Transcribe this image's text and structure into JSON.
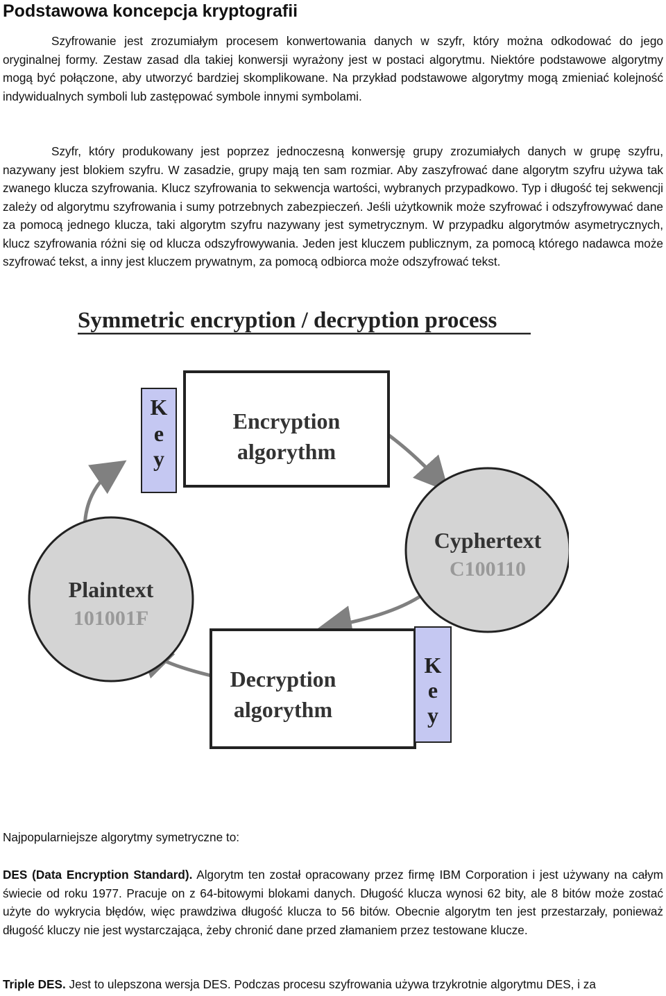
{
  "page": {
    "title": "Podstawowa koncepcja kryptografii",
    "paragraph1": "Szyfrowanie jest zrozumiałym procesem konwertowania danych w szyfr, który można odkodować do jego oryginalnej formy. Zestaw zasad dla takiej konwersji wyrażony jest w postaci algorytmu. Niektóre podstawowe algorytmy mogą być połączone, aby utworzyć bardziej skomplikowane. Na przykład podstawowe algorytmy mogą zmieniać kolejność indywidualnych symboli lub zastępować symbole innymi symbolami.",
    "paragraph2": "Szyfr, który produkowany jest poprzez jednoczesną konwersję grupy zrozumiałych danych w grupę szyfru, nazywany jest blokiem szyfru. W zasadzie, grupy mają ten sam rozmiar. Aby zaszyfrować dane algorytm szyfru używa tak zwanego klucza szyfrowania. Klucz szyfrowania to sekwencja wartości, wybranych przypadkowo. Typ i długość tej sekwencji zależy od algorytmu szyfrowania i sumy potrzebnych zabezpieczeń. Jeśli użytkownik może szyfrować i odszyfrowywać dane za pomocą jednego klucza, taki algorytm szyfru nazywany jest symetrycznym. W przypadku algorytmów asymetrycznych, klucz szyfrowania różni się od klucza odszyfrowywania. Jeden jest kluczem publicznym, za pomocą którego nadawca może szyfrować tekst, a inny jest kluczem prywatnym, za pomocą odbiorca może odszyfrować tekst.",
    "list_intro": "Najpopularniejsze algorytmy symetryczne to:",
    "des_term": "DES (Data Encryption Standard).",
    "des_text": " Algorytm ten został opracowany przez firmę IBM Corporation i jest używany na całym świecie od roku 1977. Pracuje on z 64-bitowymi blokami danych. Długość klucza wynosi 62 bity, ale 8 bitów może zostać użyte do wykrycia błędów, więc prawdziwa długość klucza to 56 bitów. Obecnie algorytm ten jest przestarzały, ponieważ długość kluczy nie jest wystarczająca, żeby chronić dane przed złamaniem przez testowane klucze.",
    "tdes_term": "Triple DES.",
    "tdes_text": " Jest to ulepszona wersja DES. Podczas procesu szyfrowania używa trzykrotnie algorytmu DES, i za"
  },
  "diagram": {
    "title": "Symmetric encryption / decryption process",
    "encryption_line1": "Encryption",
    "encryption_line2": "algorythm",
    "decryption_line1": "Decryption",
    "decryption_line2": "algorythm",
    "cyphertext_label": "Cyphertext",
    "cyphertext_value": "C100110",
    "plaintext_label": "Plaintext",
    "plaintext_value": "101001F",
    "key_top_letters": [
      "K",
      "e",
      "y"
    ],
    "key_bottom_letters": [
      "K",
      "e",
      "y"
    ],
    "colors": {
      "key_fill": "#c5c8f2",
      "circle_fill": "#d4d4d4",
      "arrow": "#808080",
      "title_underline": "#222222"
    }
  }
}
